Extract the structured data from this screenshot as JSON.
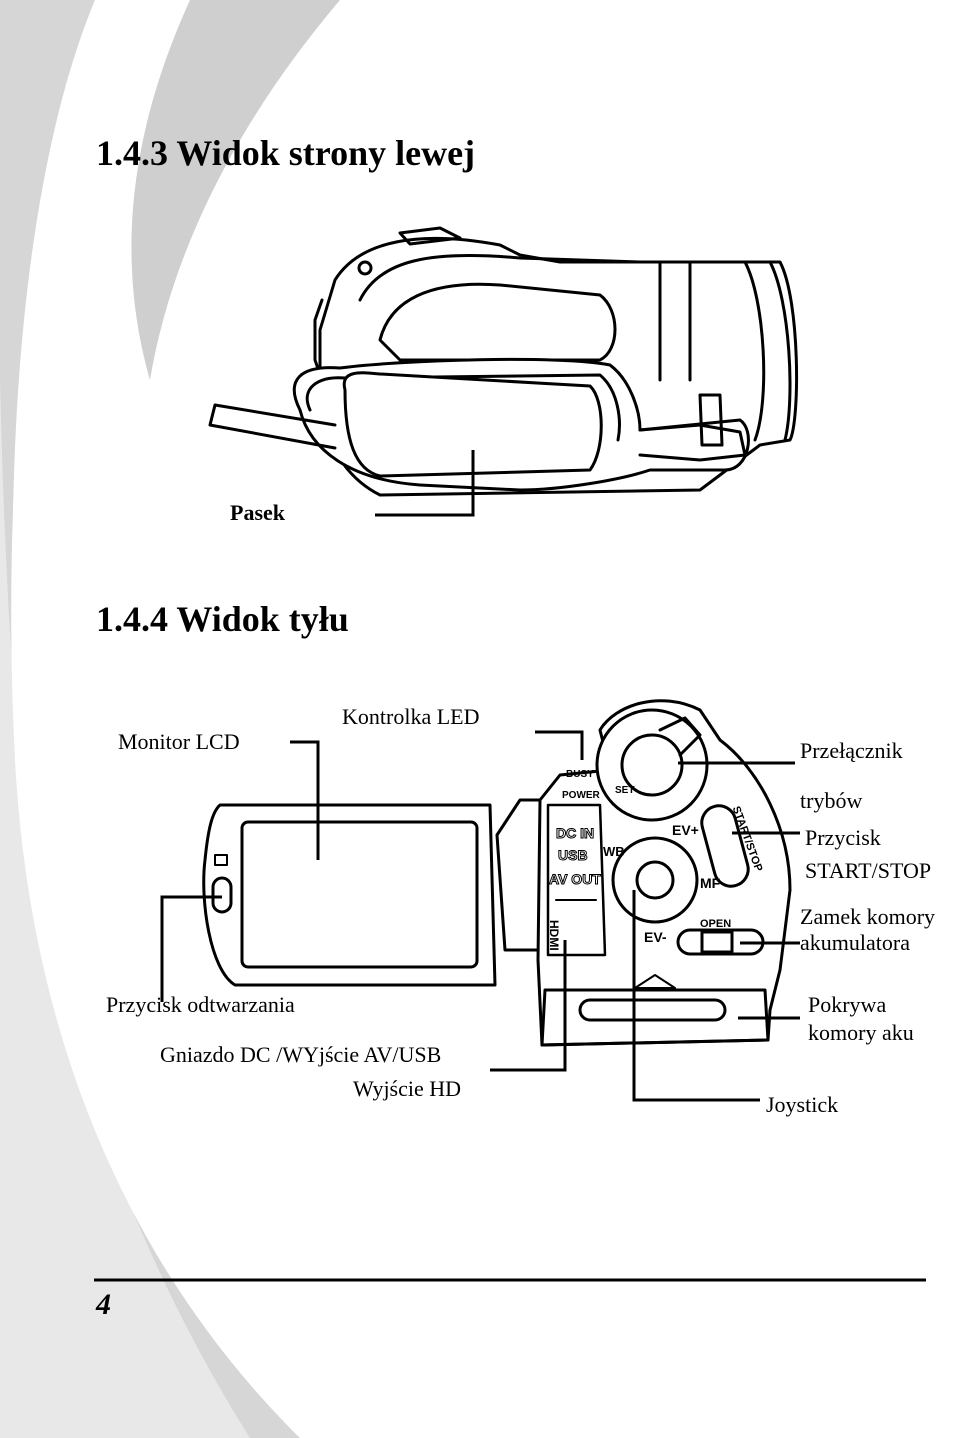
{
  "sections": [
    {
      "heading": "1.4.3 Widok strony lewej"
    },
    {
      "heading": "1.4.4 Widok tyłu"
    }
  ],
  "labels": {
    "pasek": "Pasek",
    "monitor_lcd": "Monitor LCD",
    "kontrolka_led": "Kontrolka LED",
    "przelacznik": "Przełącznik",
    "trybow": "trybów",
    "przycisk": "Przycisk",
    "start_stop": "START/STOP",
    "zamek_komory": "Zamek komory",
    "akumulatora": "akumulatora",
    "przycisk_odtwarzania": "Przycisk odtwarzania",
    "pokrywa": "Pokrywa",
    "komory_aku": "komory aku",
    "gniazdo": "Gniazdo DC /WYjście AV/USB",
    "wyjscie_hd": "Wyjście HD",
    "joystick": "Joystick"
  },
  "camera_markings": {
    "busy": "BUSY",
    "power": "POWER",
    "dc_in": "DC IN",
    "usb": "USB",
    "av_out": "AV OUT",
    "hdmi": "HDMI",
    "wb": "WB",
    "ev_plus": "EV+",
    "ev_minus": "EV-",
    "mf": "MF",
    "open": "OPEN",
    "start_stop": "START/STOP",
    "set": "SET"
  },
  "footer": {
    "page_number": "4"
  }
}
